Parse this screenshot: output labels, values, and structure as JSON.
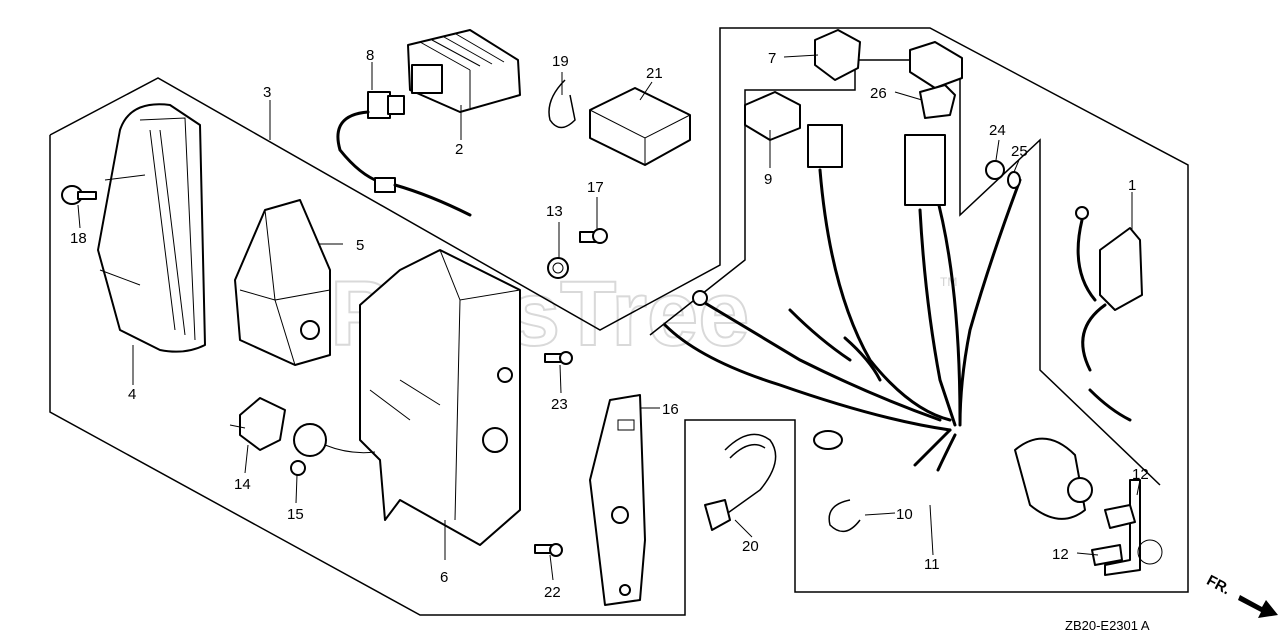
{
  "watermark": {
    "text": "PartsTree",
    "tm": "TM"
  },
  "callouts": [
    {
      "id": "c1",
      "label": "1"
    },
    {
      "id": "c2",
      "label": "2"
    },
    {
      "id": "c3",
      "label": "3"
    },
    {
      "id": "c4",
      "label": "4"
    },
    {
      "id": "c5",
      "label": "5"
    },
    {
      "id": "c6",
      "label": "6"
    },
    {
      "id": "c7",
      "label": "7"
    },
    {
      "id": "c8",
      "label": "8"
    },
    {
      "id": "c9",
      "label": "9"
    },
    {
      "id": "c10",
      "label": "10"
    },
    {
      "id": "c11",
      "label": "11"
    },
    {
      "id": "c12a",
      "label": "12"
    },
    {
      "id": "c12b",
      "label": "12"
    },
    {
      "id": "c13",
      "label": "13"
    },
    {
      "id": "c14",
      "label": "14"
    },
    {
      "id": "c15",
      "label": "15"
    },
    {
      "id": "c16",
      "label": "16"
    },
    {
      "id": "c17",
      "label": "17"
    },
    {
      "id": "c18",
      "label": "18"
    },
    {
      "id": "c19",
      "label": "19"
    },
    {
      "id": "c20",
      "label": "20"
    },
    {
      "id": "c21",
      "label": "21"
    },
    {
      "id": "c22",
      "label": "22"
    },
    {
      "id": "c23",
      "label": "23"
    },
    {
      "id": "c24",
      "label": "24"
    },
    {
      "id": "c25",
      "label": "25"
    },
    {
      "id": "c26",
      "label": "26"
    }
  ],
  "direction_label": "FR.",
  "diagram_code": "ZB20-E2301 A"
}
